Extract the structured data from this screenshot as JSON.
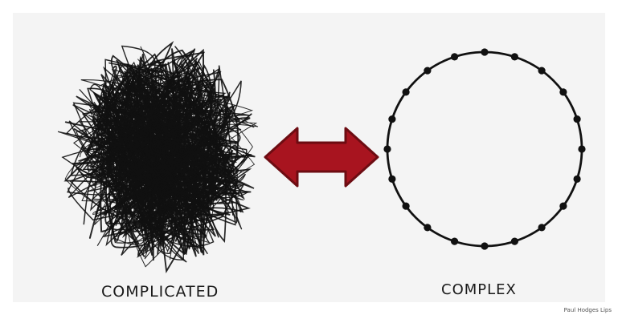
{
  "diagram": {
    "left_label": "COMPLICATED",
    "right_label": "COMPLEX",
    "credit": "Paul Hodges Lips",
    "left_visual": "dense tangled scribble ball",
    "right_visual": "circle with evenly spaced nodes",
    "connector": "double-headed arrow",
    "node_count": 20
  },
  "colors": {
    "panel_background": "#f4f4f4",
    "ink": "#111111",
    "arrow_fill": "#a8141f",
    "arrow_stroke": "#6d0c12"
  }
}
